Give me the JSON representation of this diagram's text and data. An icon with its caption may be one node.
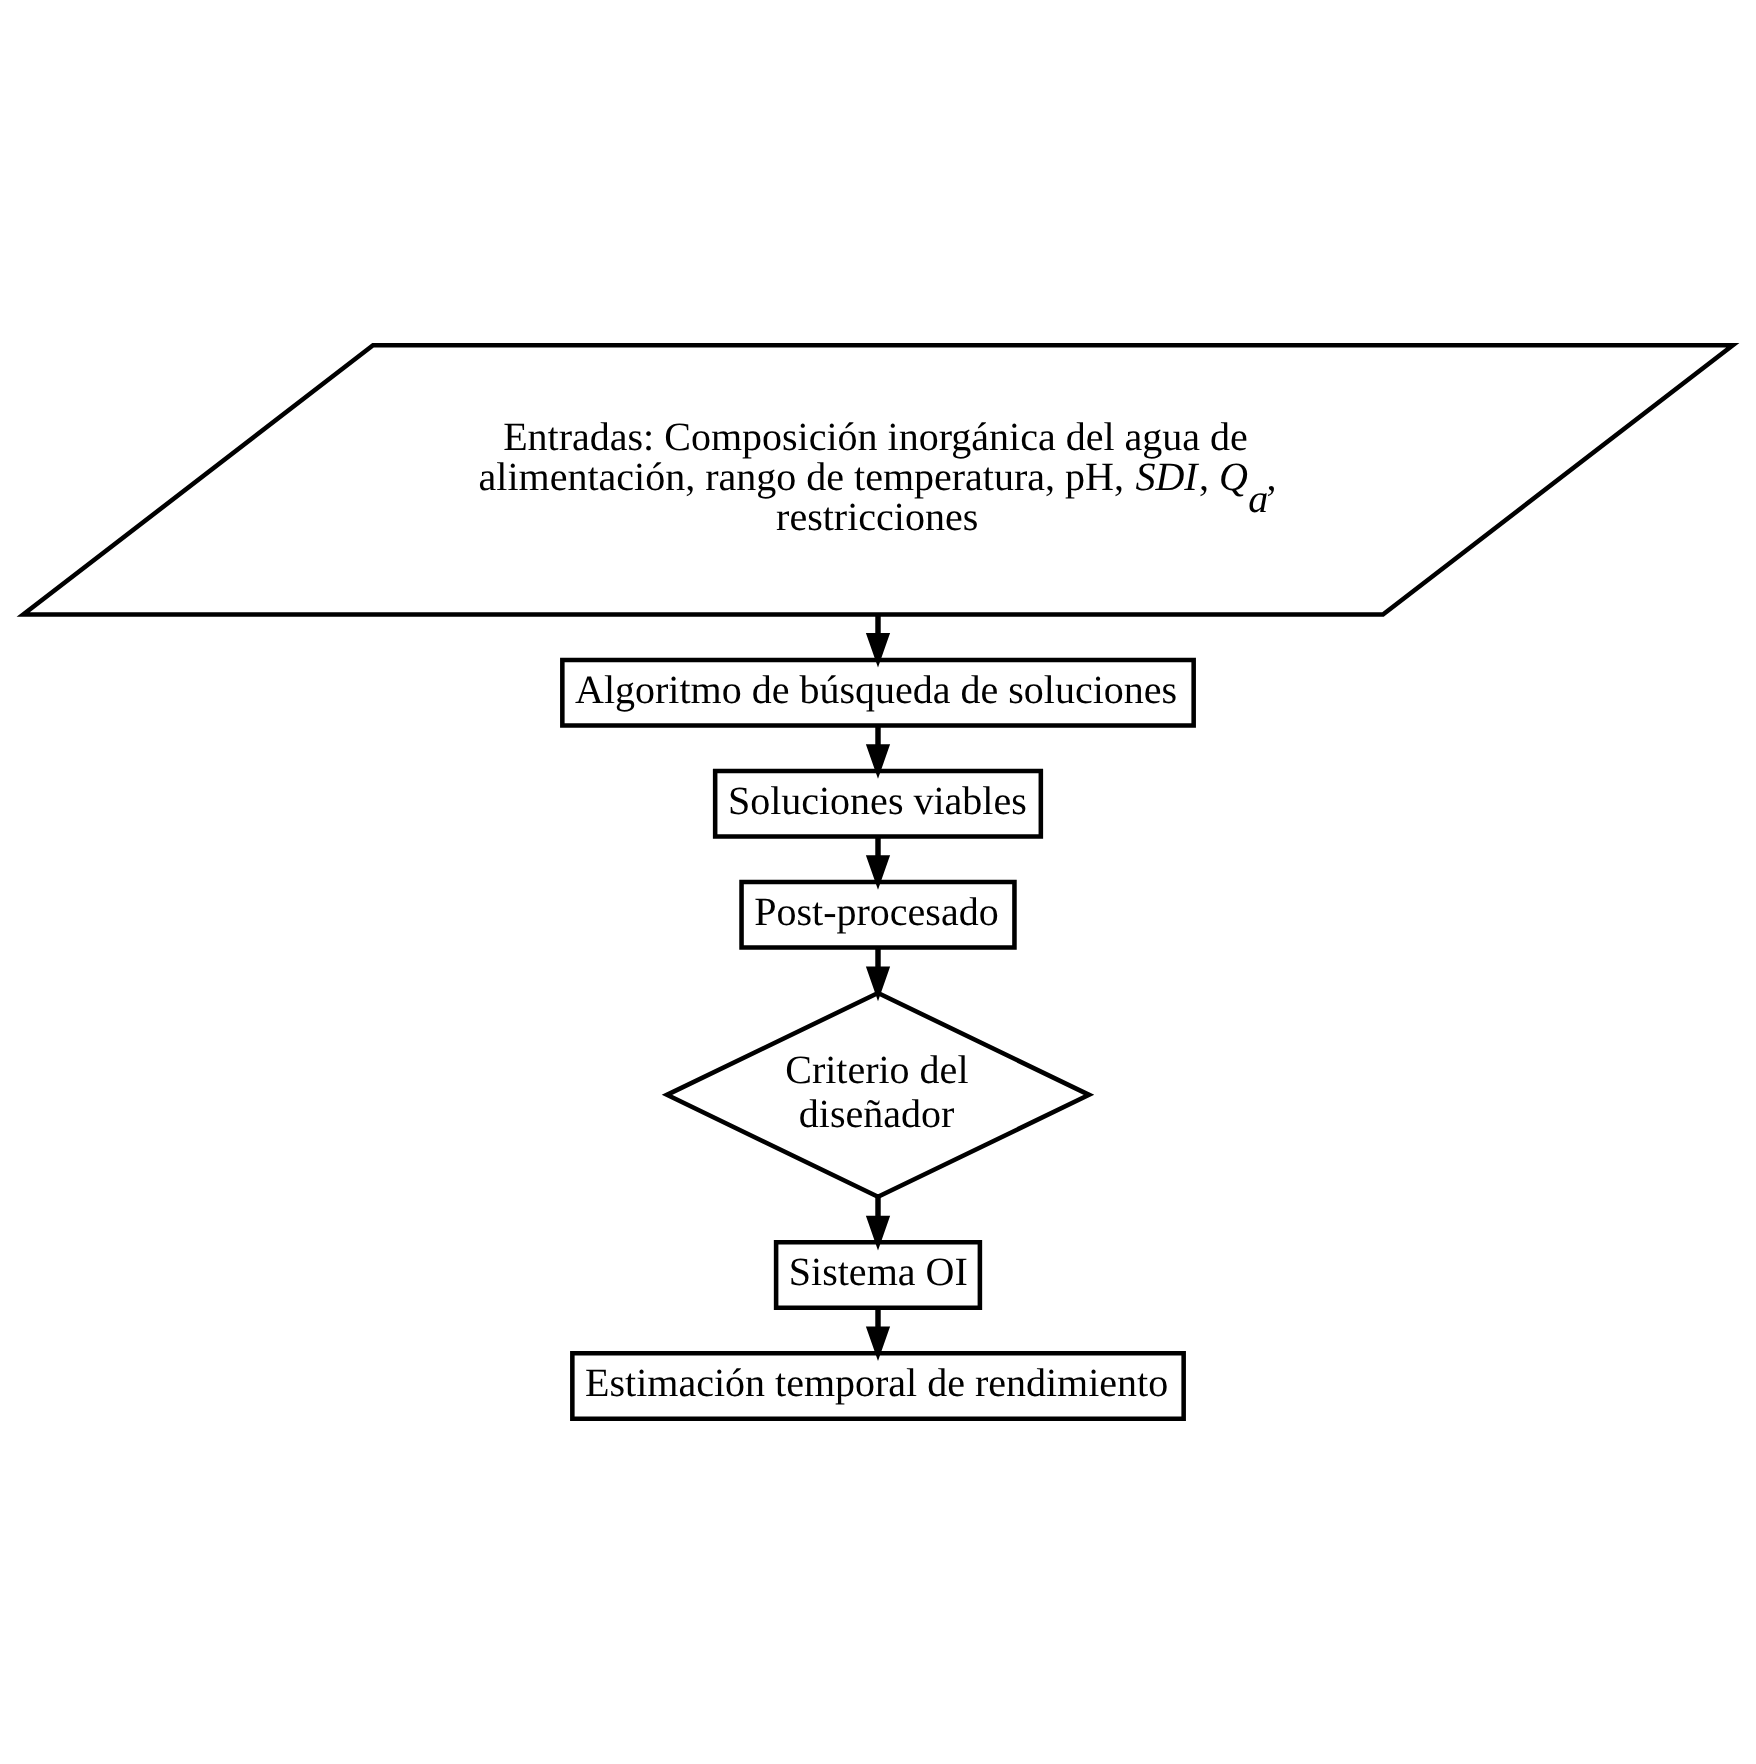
{
  "diagram": {
    "nodes": [
      {
        "text": [
          "Entradas: Composición inorgánica del agua de alimentación, rango de temperatura, pH, *SDI*, *Q*$_{a}$, restricciones"
        ]
      },
      {
        "text": [
          "Algoritmo de búsqueda de soluciones"
        ]
      },
      {
        "text": [
          "Soluciones viables"
        ]
      },
      {
        "text": [
          "Post-procesado"
        ]
      },
      {
        "text": [
          "Criterio del diseñador"
        ]
      },
      {
        "text": [
          "Sistema OI"
        ]
      },
      {
        "text": [
          "Estimación temporal de rendimiento"
        ]
      }
    ],
    "edges": [
      {
        "from": 0,
        "to": 1,
        "arrow": "to"
      },
      {
        "from": 1,
        "to": 2,
        "arrow": "to"
      },
      {
        "from": 2,
        "to": 3,
        "arrow": "to"
      },
      {
        "from": 3,
        "to": 4,
        "arrow": "to"
      },
      {
        "from": 4,
        "to": 5,
        "arrow": "to"
      },
      {
        "from": 5,
        "to": 6,
        "arrow": "to"
      }
    ]
  }
}
